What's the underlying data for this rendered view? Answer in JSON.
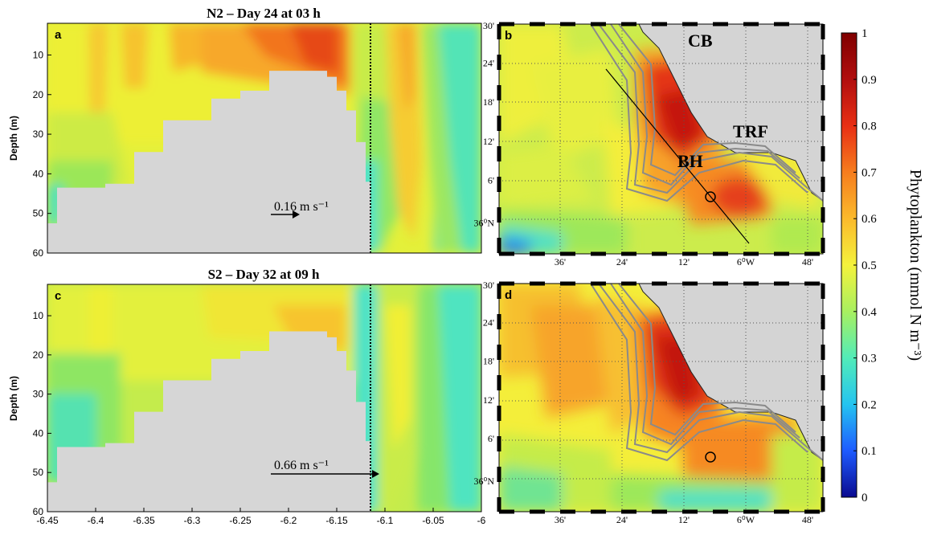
{
  "chart_data": [
    {
      "id": "a",
      "type": "heatmap",
      "panel_label": "a",
      "title": "N2 – Day 24 at 03 h",
      "ylabel": "Depth (m)",
      "xlim": [
        -6.45,
        -6.0
      ],
      "ylim": [
        60,
        2
      ],
      "y_ticks": [
        "10",
        "20",
        "30",
        "40",
        "50",
        "60"
      ],
      "arrow_label": "0.16 m s⁻¹",
      "dotted_line_x": -6.115,
      "seabed_profile": [
        {
          "x": -6.45,
          "depth": 52.5
        },
        {
          "x": -6.44,
          "depth": 43.5
        },
        {
          "x": -6.39,
          "depth": 42.5
        },
        {
          "x": -6.36,
          "depth": 34.5
        },
        {
          "x": -6.33,
          "depth": 26.5
        },
        {
          "x": -6.28,
          "depth": 21
        },
        {
          "x": -6.25,
          "depth": 19
        },
        {
          "x": -6.22,
          "depth": 14
        },
        {
          "x": -6.16,
          "depth": 15.5
        },
        {
          "x": -6.15,
          "depth": 19
        },
        {
          "x": -6.14,
          "depth": 24
        },
        {
          "x": -6.13,
          "depth": 32
        },
        {
          "x": -6.12,
          "depth": 42
        },
        {
          "x": -6.115,
          "depth": 60
        }
      ]
    },
    {
      "id": "c",
      "type": "heatmap",
      "panel_label": "c",
      "title": "S2 – Day 32 at 09 h",
      "ylabel": "Depth (m)",
      "xlim": [
        -6.45,
        -6.0
      ],
      "ylim": [
        60,
        2
      ],
      "x_ticks": [
        "-6.45",
        "-6.4",
        "-6.35",
        "-6.3",
        "-6.25",
        "-6.2",
        "-6.15",
        "-6.1",
        "-6.05",
        "-6"
      ],
      "y_ticks": [
        "10",
        "20",
        "30",
        "40",
        "50",
        "60"
      ],
      "arrow_label": "0.66 m s⁻¹",
      "dotted_line_x": -6.115
    },
    {
      "id": "b",
      "type": "map",
      "panel_label": "b",
      "lat_ticks": [
        "30'",
        "24'",
        "18'",
        "12'",
        "6'",
        "36⁰N"
      ],
      "lon_ticks": [
        "36'",
        "24'",
        "12'",
        "6⁰W",
        "48'"
      ],
      "labels": [
        "CB",
        "TRF",
        "BH"
      ]
    },
    {
      "id": "d",
      "type": "map",
      "panel_label": "d",
      "lat_ticks": [
        "30'",
        "24'",
        "18'",
        "12'",
        "6'",
        "36⁰N"
      ],
      "lon_ticks": [
        "36'",
        "24'",
        "12'",
        "6⁰W",
        "48'"
      ]
    },
    {
      "id": "colorbar",
      "type": "colorbar",
      "label": "Phytoplankton (mmol N m⁻³)",
      "range": [
        0,
        1
      ],
      "ticks": [
        "0",
        "0.1",
        "0.2",
        "0.3",
        "0.4",
        "0.5",
        "0.6",
        "0.7",
        "0.8",
        "0.9",
        "1"
      ],
      "colors": [
        "#0a0a8f",
        "#1e5bff",
        "#24c4f0",
        "#52ecb8",
        "#a8f060",
        "#f4f23c",
        "#fbba2c",
        "#f67d1e",
        "#e82f14",
        "#b10e0e",
        "#800000"
      ]
    }
  ]
}
